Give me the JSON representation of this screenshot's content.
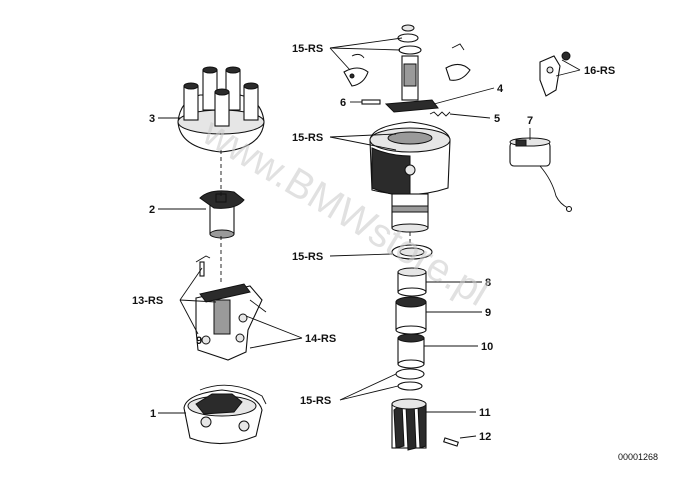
{
  "diagram": {
    "watermark": "www.BMWstore.pl",
    "document_id": "00001268",
    "callouts": {
      "c1": "1",
      "c2": "2",
      "c3": "3",
      "c4": "4",
      "c5": "5",
      "c6": "6",
      "c7": "7",
      "c8": "8",
      "c9": "9",
      "c10": "10",
      "c11": "11",
      "c12": "12",
      "c13": "13-RS",
      "c14": "14-RS",
      "c15a": "15-RS",
      "c15b": "15-RS",
      "c15c": "15-RS",
      "c15d": "15-RS",
      "c16": "16-RS",
      "c9small": "9"
    }
  }
}
